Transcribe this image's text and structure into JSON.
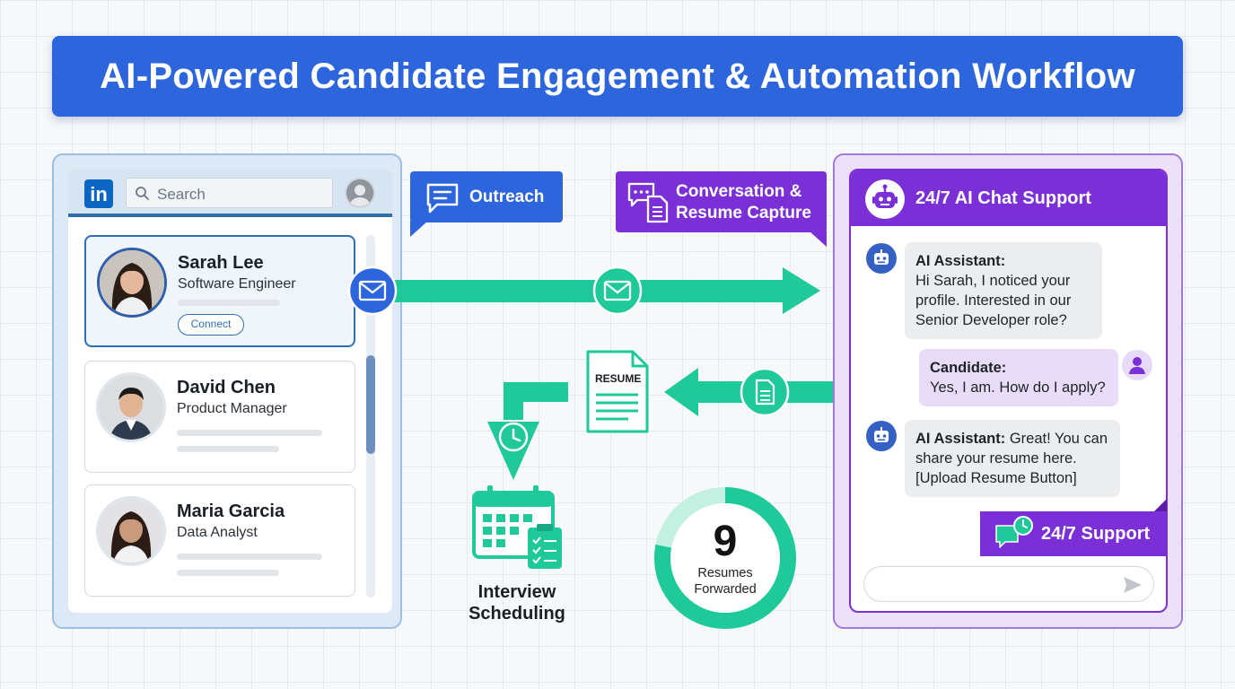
{
  "title": "AI-Powered Candidate Engagement & Automation Workflow",
  "linkedin": {
    "logo": "in",
    "search_placeholder": "Search",
    "candidates": [
      {
        "name": "Sarah Lee",
        "role": "Software Engineer",
        "action": "Connect",
        "selected": true
      },
      {
        "name": "David Chen",
        "role": "Product Manager"
      },
      {
        "name": "Maria Garcia",
        "role": "Data Analyst"
      }
    ]
  },
  "callouts": {
    "outreach": "Outreach",
    "conversation_line1": "Conversation &",
    "conversation_line2": "Resume Capture"
  },
  "resume_doc_label": "RESUME",
  "scheduling": {
    "line1": "Interview",
    "line2": "Scheduling"
  },
  "resumes_forwarded": {
    "value": 9,
    "line1": "Resumes",
    "line2": "Forwarded",
    "fill_fraction": 0.78
  },
  "chat": {
    "title": "24/7 AI Chat Support",
    "messages": [
      {
        "sender": "AI Assistant:",
        "text": "Hi Sarah, I noticed your profile. Interested in our Senior Developer role?"
      },
      {
        "sender": "Candidate:",
        "text": "Yes, I am. How do I apply?"
      },
      {
        "sender": "AI Assistant:",
        "text_line1": " Great! You can",
        "text_line2": "share your resume here.",
        "text_line3": "[Upload Resume Button]"
      }
    ],
    "support_badge": "24/7 Support"
  },
  "colors": {
    "primary_blue": "#2d66dc",
    "purple": "#7b2fd6",
    "green": "#1fc99a",
    "linkedin_blue": "#0a66c2"
  }
}
